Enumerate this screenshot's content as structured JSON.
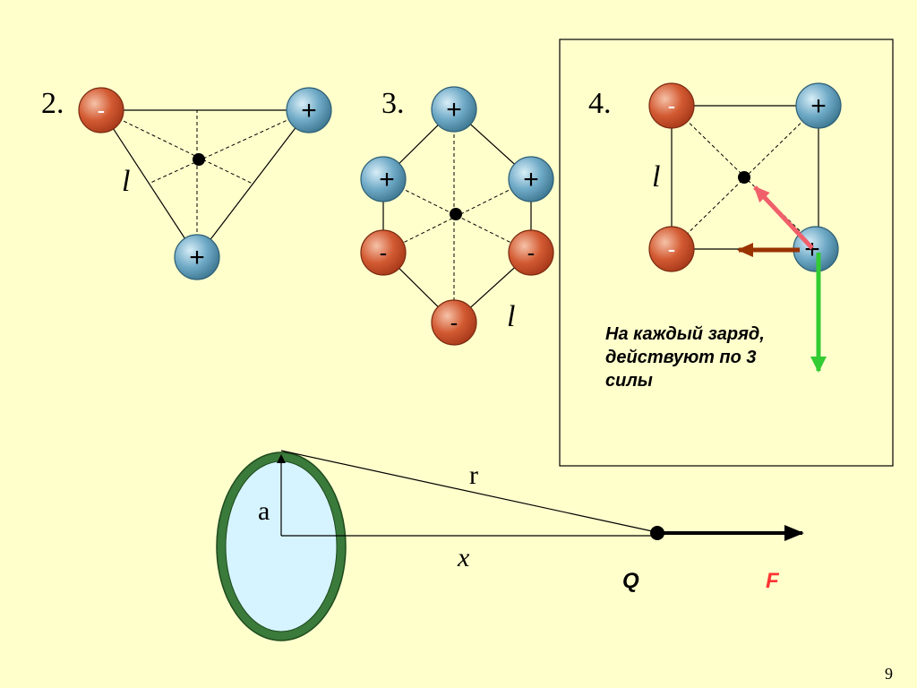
{
  "figures": {
    "fig2": {
      "number": "2.",
      "length_label": "l"
    },
    "fig3": {
      "number": "3.",
      "length_label": "l"
    },
    "fig4": {
      "number": "4.",
      "length_label": "l",
      "note_lines": [
        "На каждый заряд,",
        "действуют по 3",
        "силы"
      ],
      "arrow_colors": {
        "pink": "#F0606A",
        "brown": "#993300",
        "green": "#33CC33"
      }
    },
    "ring": {
      "radius_label": "a",
      "distance_label": "r",
      "axis_label": "x",
      "charge_label": "Q",
      "force_label": "F",
      "force_color": "#FF3333"
    }
  },
  "charge_signs": {
    "positive": "+",
    "negative": "-"
  },
  "colors": {
    "background": "#FFFFCC",
    "positive": "#5FA0BE",
    "negative": "#D0502A",
    "ring_outer": "#3A7A3A",
    "ring_inner": "#D6F4FF"
  },
  "page_number": "9"
}
